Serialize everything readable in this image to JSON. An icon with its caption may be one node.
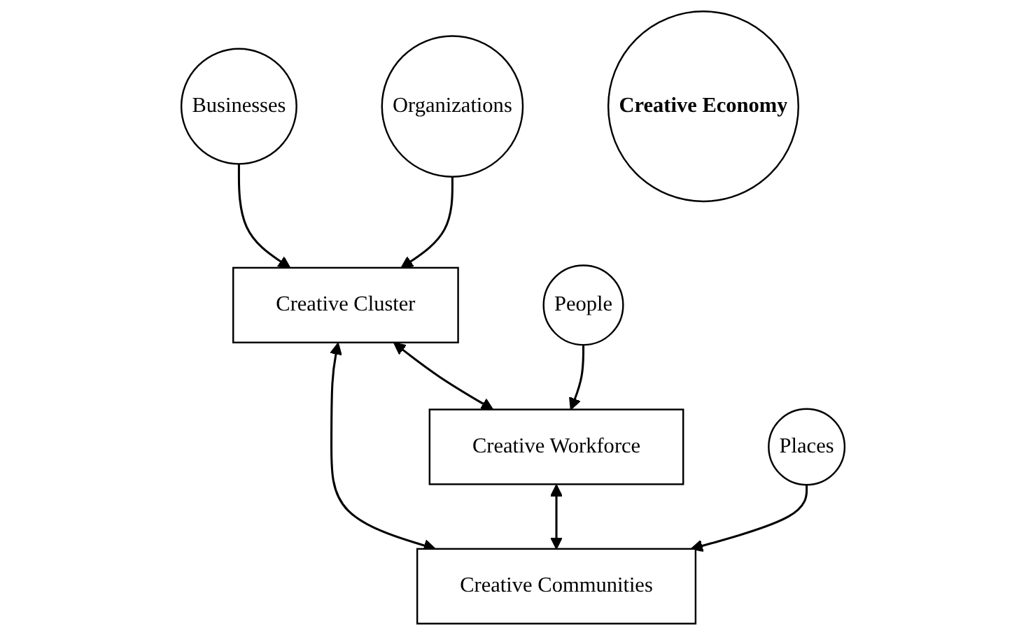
{
  "diagram": {
    "nodes": [
      {
        "text": [
          "Businesses"
        ]
      },
      {
        "text": [
          "Creative Cluster"
        ]
      },
      {
        "text": [
          "Organizations"
        ]
      },
      {
        "text": [
          "Creative Economy"
        ]
      },
      {
        "text": [
          "Creative Workforce"
        ]
      },
      {
        "text": [
          "Creative Communities"
        ]
      },
      {
        "text": [
          "People"
        ]
      },
      {
        "text": [
          "Places"
        ]
      }
    ],
    "edges": [
      {
        "from": 0,
        "to": 1,
        "arrow": "to"
      },
      {
        "from": 2,
        "to": 1,
        "arrow": "to"
      },
      {
        "from": 1,
        "to": 4,
        "arrow": "both"
      },
      {
        "from": 1,
        "to": 5,
        "arrow": "both"
      },
      {
        "from": 4,
        "to": 5,
        "arrow": "both"
      },
      {
        "from": 6,
        "to": 4,
        "arrow": "to"
      },
      {
        "from": 7,
        "to": 5,
        "arrow": "to"
      }
    ]
  }
}
